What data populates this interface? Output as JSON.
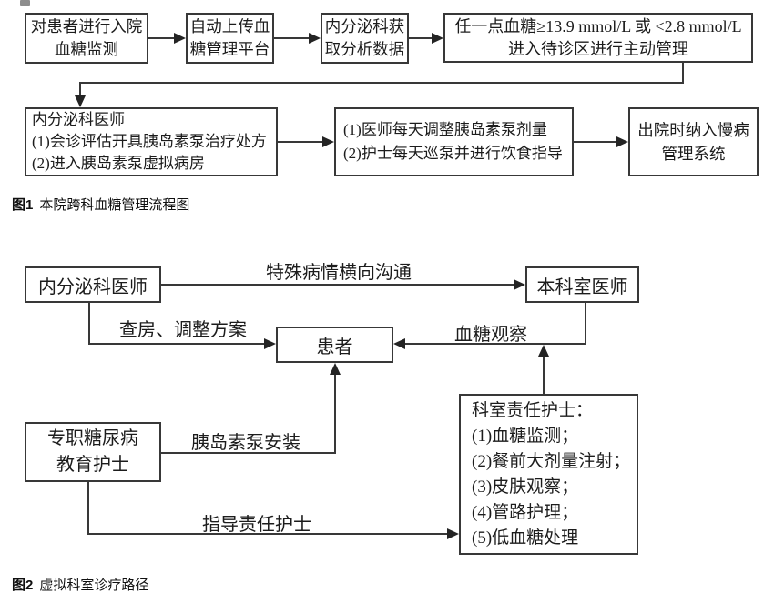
{
  "colors": {
    "line": "#383838",
    "text": "#1c1c1c",
    "background": "#ffffff"
  },
  "fig1": {
    "caption": {
      "prefix": "图1",
      "text": "本院跨科血糖管理流程图"
    },
    "nodes": {
      "admission": {
        "lines": [
          "对患者进行入院",
          "血糖监测"
        ]
      },
      "upload": {
        "lines": [
          "自动上传血",
          "糖管理平台"
        ]
      },
      "fetch": {
        "lines": [
          "内分泌科获",
          "取分析数据"
        ]
      },
      "threshold": {
        "lines": [
          "任一点血糖≥13.9 mmol/L 或 <2.8 mmol/L",
          "进入待诊区进行主动管理"
        ]
      },
      "physician": {
        "lines": [
          "内分泌科医师",
          "(1)会诊评估开具胰岛素泵治疗处方",
          "(2)进入胰岛素泵虚拟病房"
        ]
      },
      "daily": {
        "lines": [
          "(1)医师每天调整胰岛素泵剂量",
          "(2)护士每天巡泵并进行饮食指导"
        ]
      },
      "discharge": {
        "lines": [
          "出院时纳入慢病",
          "管理系统"
        ]
      }
    }
  },
  "fig2": {
    "caption": {
      "prefix": "图2",
      "text": "虚拟科室诊疗路径"
    },
    "nodes": {
      "endocrinologist": {
        "label": "内分泌科医师"
      },
      "ward_doctor": {
        "label": "本科室医师"
      },
      "patient": {
        "label": "患者"
      },
      "ward_nurse": {
        "lines": [
          "科室责任护士：",
          "(1)血糖监测；",
          "(2)餐前大剂量注射；",
          "(3)皮肤观察；",
          "(4)管路护理；",
          "(5)低血糖处理"
        ]
      },
      "educator": {
        "lines": [
          "专职糖尿病",
          "教育护士"
        ]
      }
    },
    "edge_labels": {
      "lateral": "特殊病情横向沟通",
      "rounds": "查房、调整方案",
      "glucose_watch": "血糖观察",
      "pump_install": "胰岛素泵安装",
      "guide_nurse": "指导责任护士"
    }
  }
}
